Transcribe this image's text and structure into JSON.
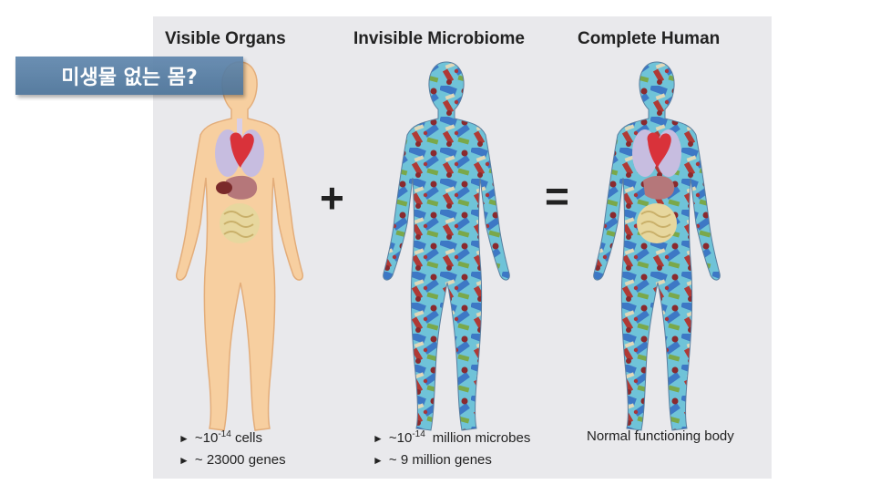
{
  "banner": {
    "text": "미생물 없는 몸?"
  },
  "columns": {
    "organs": {
      "title": "Visible Organs",
      "bullets": [
        {
          "pre": "~10",
          "sup": "-14",
          "post": "cells"
        },
        {
          "text": "~ 23000 genes"
        }
      ]
    },
    "microbiome": {
      "title": "Invisible Microbiome",
      "bullets": [
        {
          "pre": "~10",
          "sup": "-14",
          "post": "million microbes"
        },
        {
          "text": "~ 9 million genes"
        }
      ]
    },
    "human": {
      "title": "Complete Human",
      "caption": "Normal functioning body"
    }
  },
  "operators": {
    "plus": "+",
    "equals": "="
  },
  "bullet_glyph": "►",
  "colors": {
    "panel": "#e9e9ec",
    "skin": "#f7cfa0",
    "heart": "#d9323a",
    "lungs": "#c7bde0",
    "microbe_blue": "#3d78c5",
    "microbe_red": "#b03a35",
    "microbe_green": "#7aa84a",
    "microbe_cyan": "#6fc3d8",
    "banner": "#567ea5"
  }
}
